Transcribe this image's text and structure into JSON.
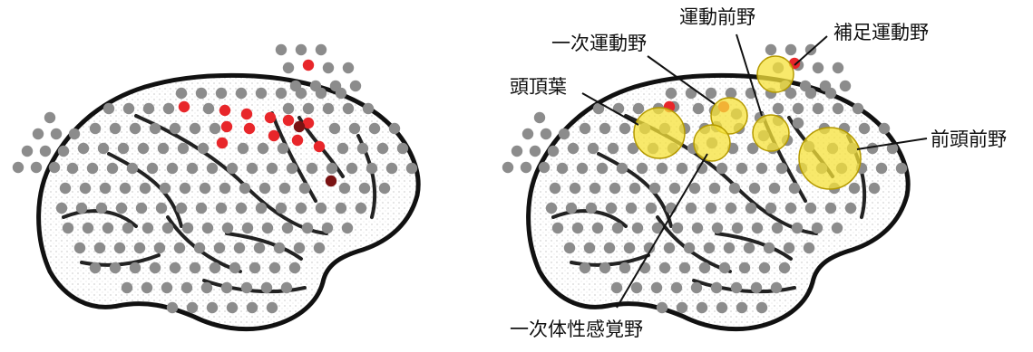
{
  "colors": {
    "background": "#ffffff",
    "electrode_inactive": "#8c8c8c",
    "electrode_active": "#e8262a",
    "electrode_active_dark": "#7a1212",
    "highlight_fill": "#f5e23a",
    "highlight_stroke": "#b59a00",
    "outline": "#111111",
    "fold": "#222222"
  },
  "left_panel": {
    "active_electrodes": 13
  },
  "right_panel": {
    "regions": [
      {
        "label": "頭頂葉"
      },
      {
        "label": "一次運動野"
      },
      {
        "label": "運動前野"
      },
      {
        "label": "補足運動野"
      },
      {
        "label": "前頭前野"
      },
      {
        "label": "一次体性感覚野"
      }
    ]
  }
}
